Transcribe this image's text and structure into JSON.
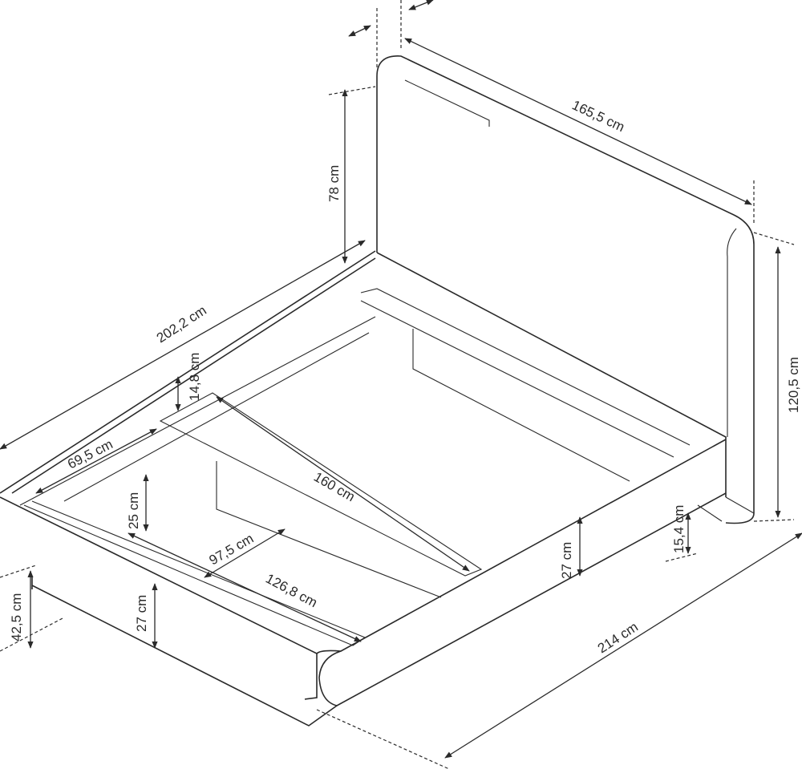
{
  "title": "Bed dimensions drawing",
  "dimensions": {
    "headboard_width": "165,5 cm",
    "headboard_height_above_frame": "78 cm",
    "frame_length": "202,2 cm",
    "slat_support_height": "14,8 cm",
    "storage_width": "69,5 cm",
    "inner_width": "160 cm",
    "storage_depth": "25 cm",
    "storage_length": "97,5 cm",
    "center_length": "126,8 cm",
    "side_height_right": "27 cm",
    "side_height_left": "27 cm",
    "total_height_front": "42,5 cm",
    "leg_clearance": "15,4 cm",
    "total_height": "120,5 cm",
    "total_length": "214 cm"
  }
}
